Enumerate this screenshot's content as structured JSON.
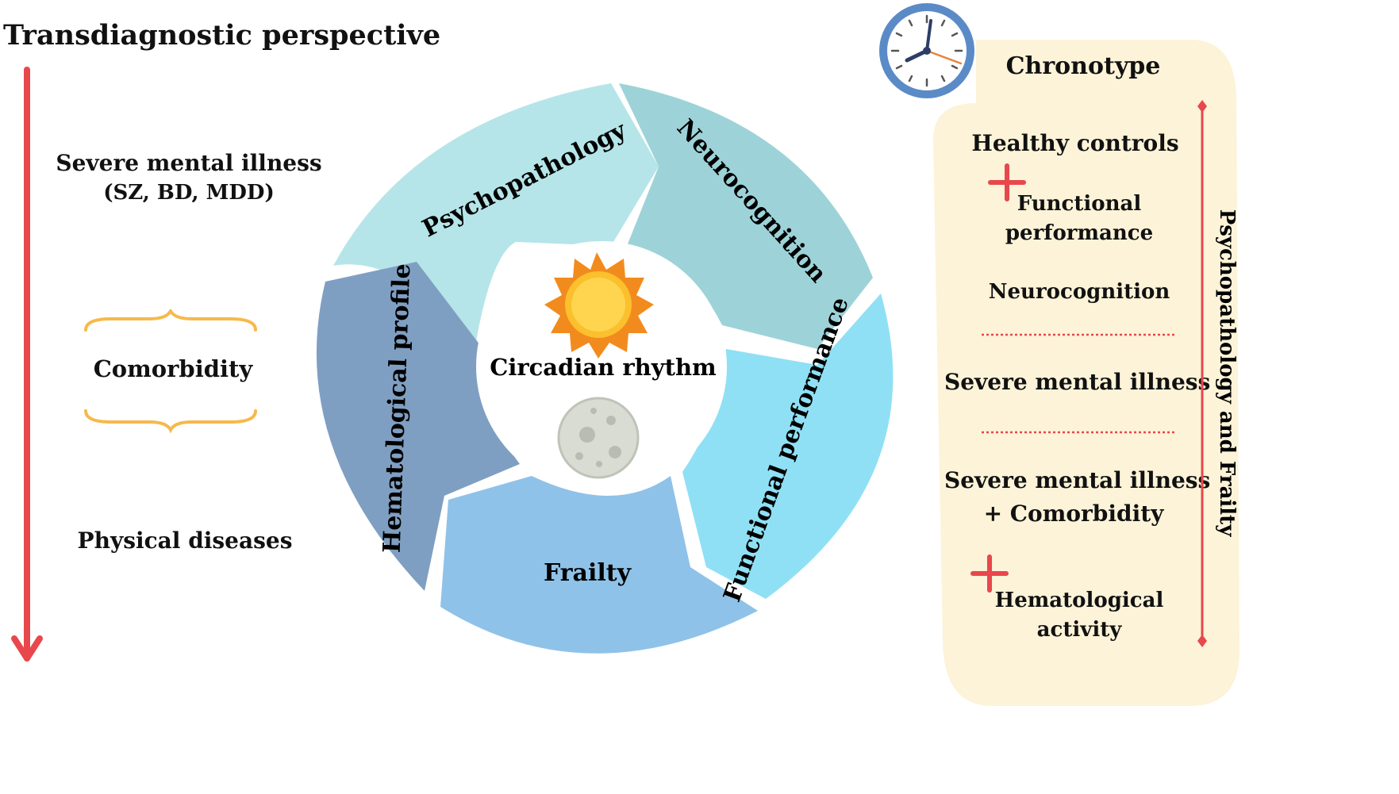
{
  "left": {
    "title": "Transdiagnostic perspective",
    "severe_illness": "Severe mental illness",
    "severe_illness_sub": "(SZ, BD, MDD)",
    "comorbidity": "Comorbidity",
    "physical": "Physical diseases"
  },
  "wheel": {
    "center": "Circadian rhythm",
    "segments": [
      "Psychopathology",
      "Neurocognition",
      "Functional performance",
      "Frailty",
      "Hematological profile"
    ]
  },
  "right": {
    "title": "Chronotype",
    "healthy": "Healthy controls",
    "functional_1": "Functional",
    "functional_2": "performance",
    "neuro": "Neurocognition",
    "severe": "Severe mental illness",
    "severe_2a": "Severe mental illness",
    "severe_2b": "+ Comorbidity",
    "hemat_1": "Hematological",
    "hemat_2": "activity",
    "side_axis": "Psychopathology and Frailty"
  },
  "colors": {
    "arrow_red": "#e8474c",
    "brace_orange": "#f6b94a",
    "panel_bg": "#fcf3d8",
    "seg_psycho": "#b5e5e8",
    "seg_neuro": "#9dd3d8",
    "seg_func": "#8fe0f5",
    "seg_frailty": "#8fc2e8",
    "seg_hemat": "#7f9fc2"
  }
}
